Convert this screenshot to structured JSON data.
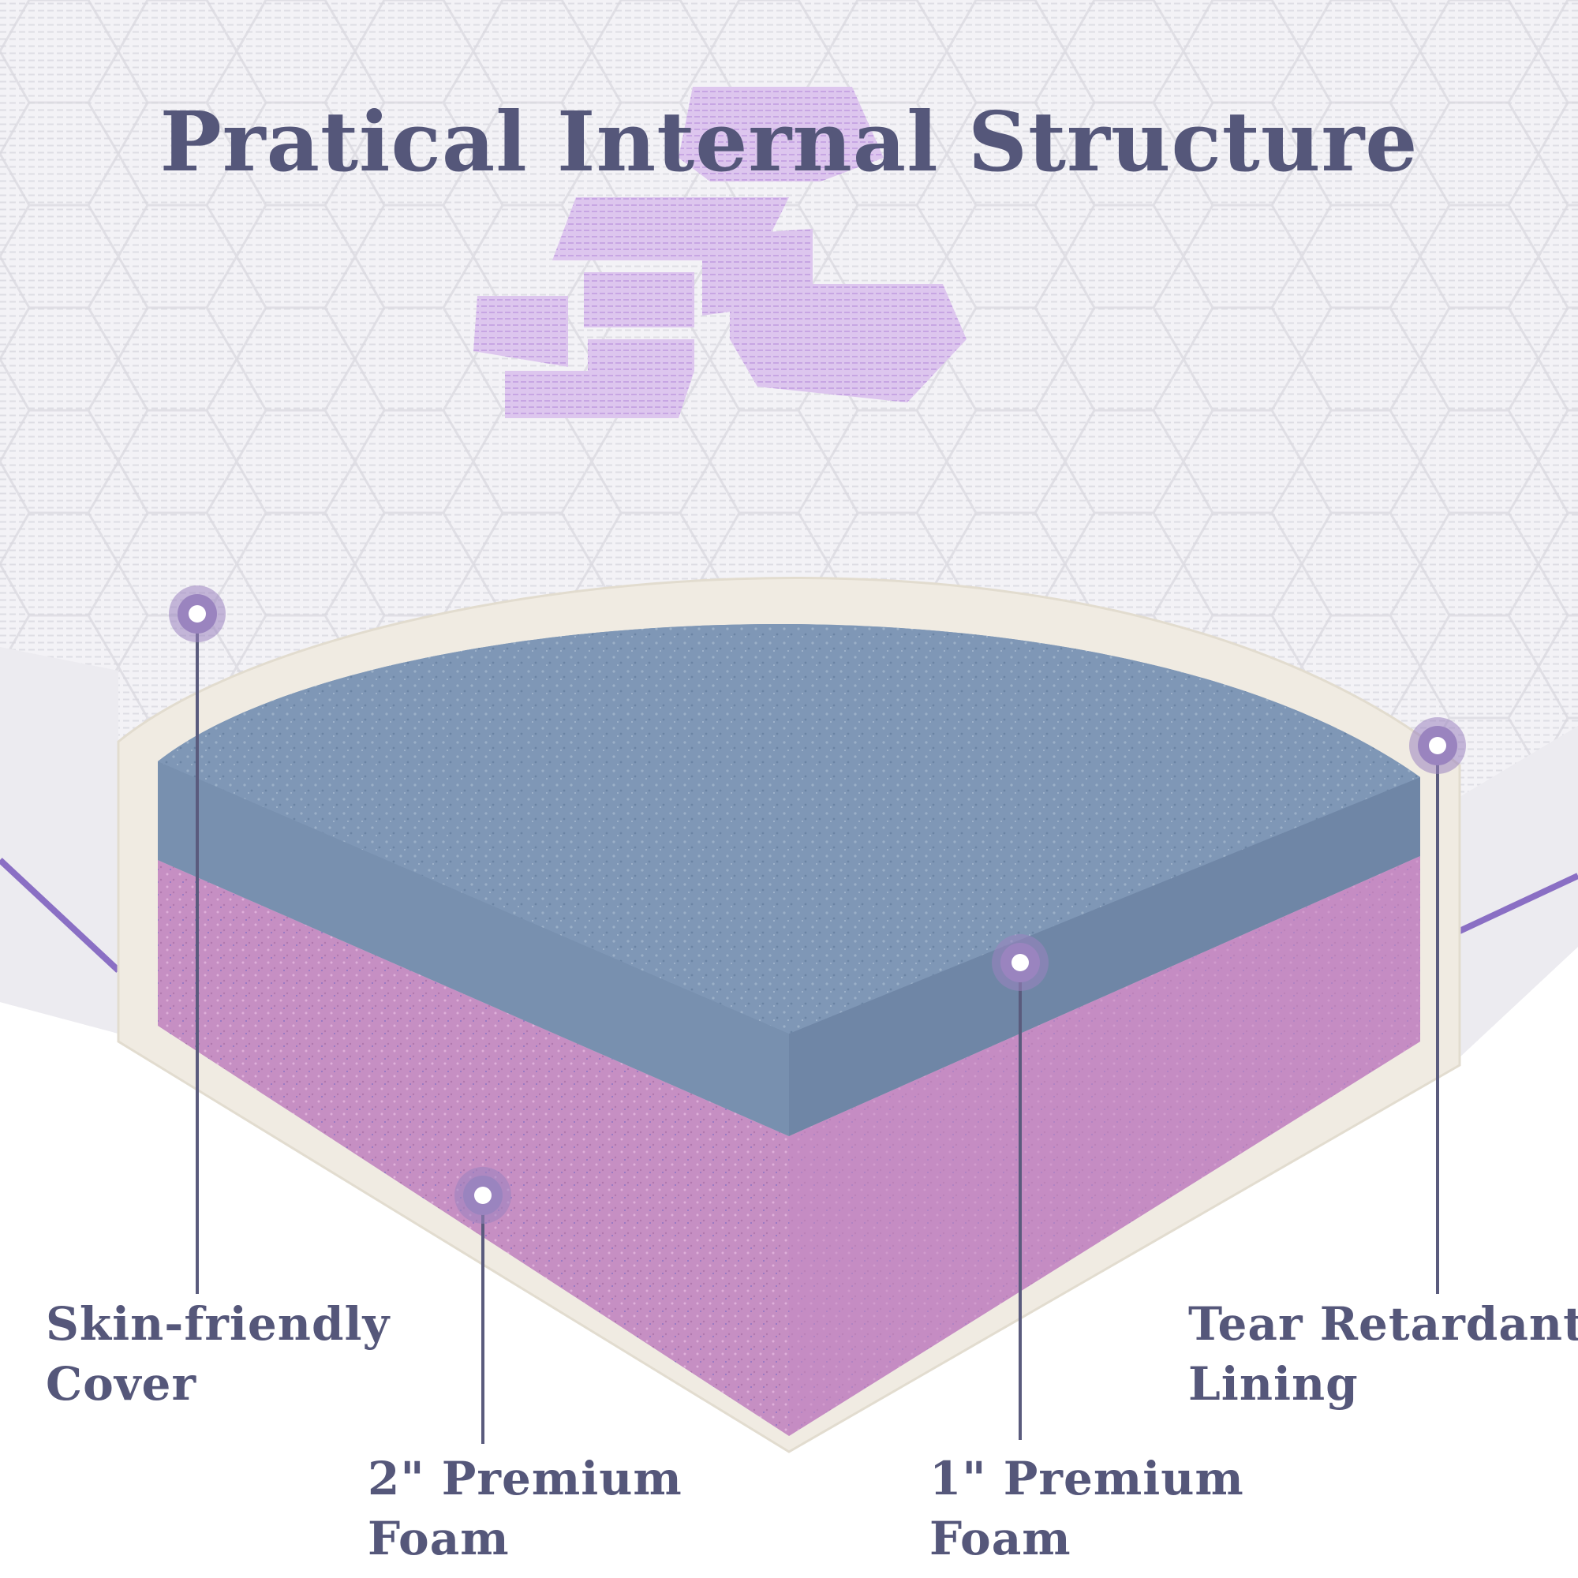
{
  "title": "Pratical Internal Structure",
  "callouts": {
    "skin_cover": {
      "line1": "Skin-friendly",
      "line2": "Cover"
    },
    "foam_two": {
      "line1": "2\" Premium",
      "line2": "Foam"
    },
    "foam_one": {
      "line1": "1\" Premium",
      "line2": "Foam"
    },
    "tear_lining": {
      "line1": "Tear Retardant",
      "line2": "Lining"
    }
  },
  "colors": {
    "text": "#55577a",
    "marker": "#9a84bf",
    "foam_top": "#7f97b6",
    "foam_bottom": "#c68fc3",
    "cover": "#efeef3",
    "accent": "#c9b0e3"
  }
}
